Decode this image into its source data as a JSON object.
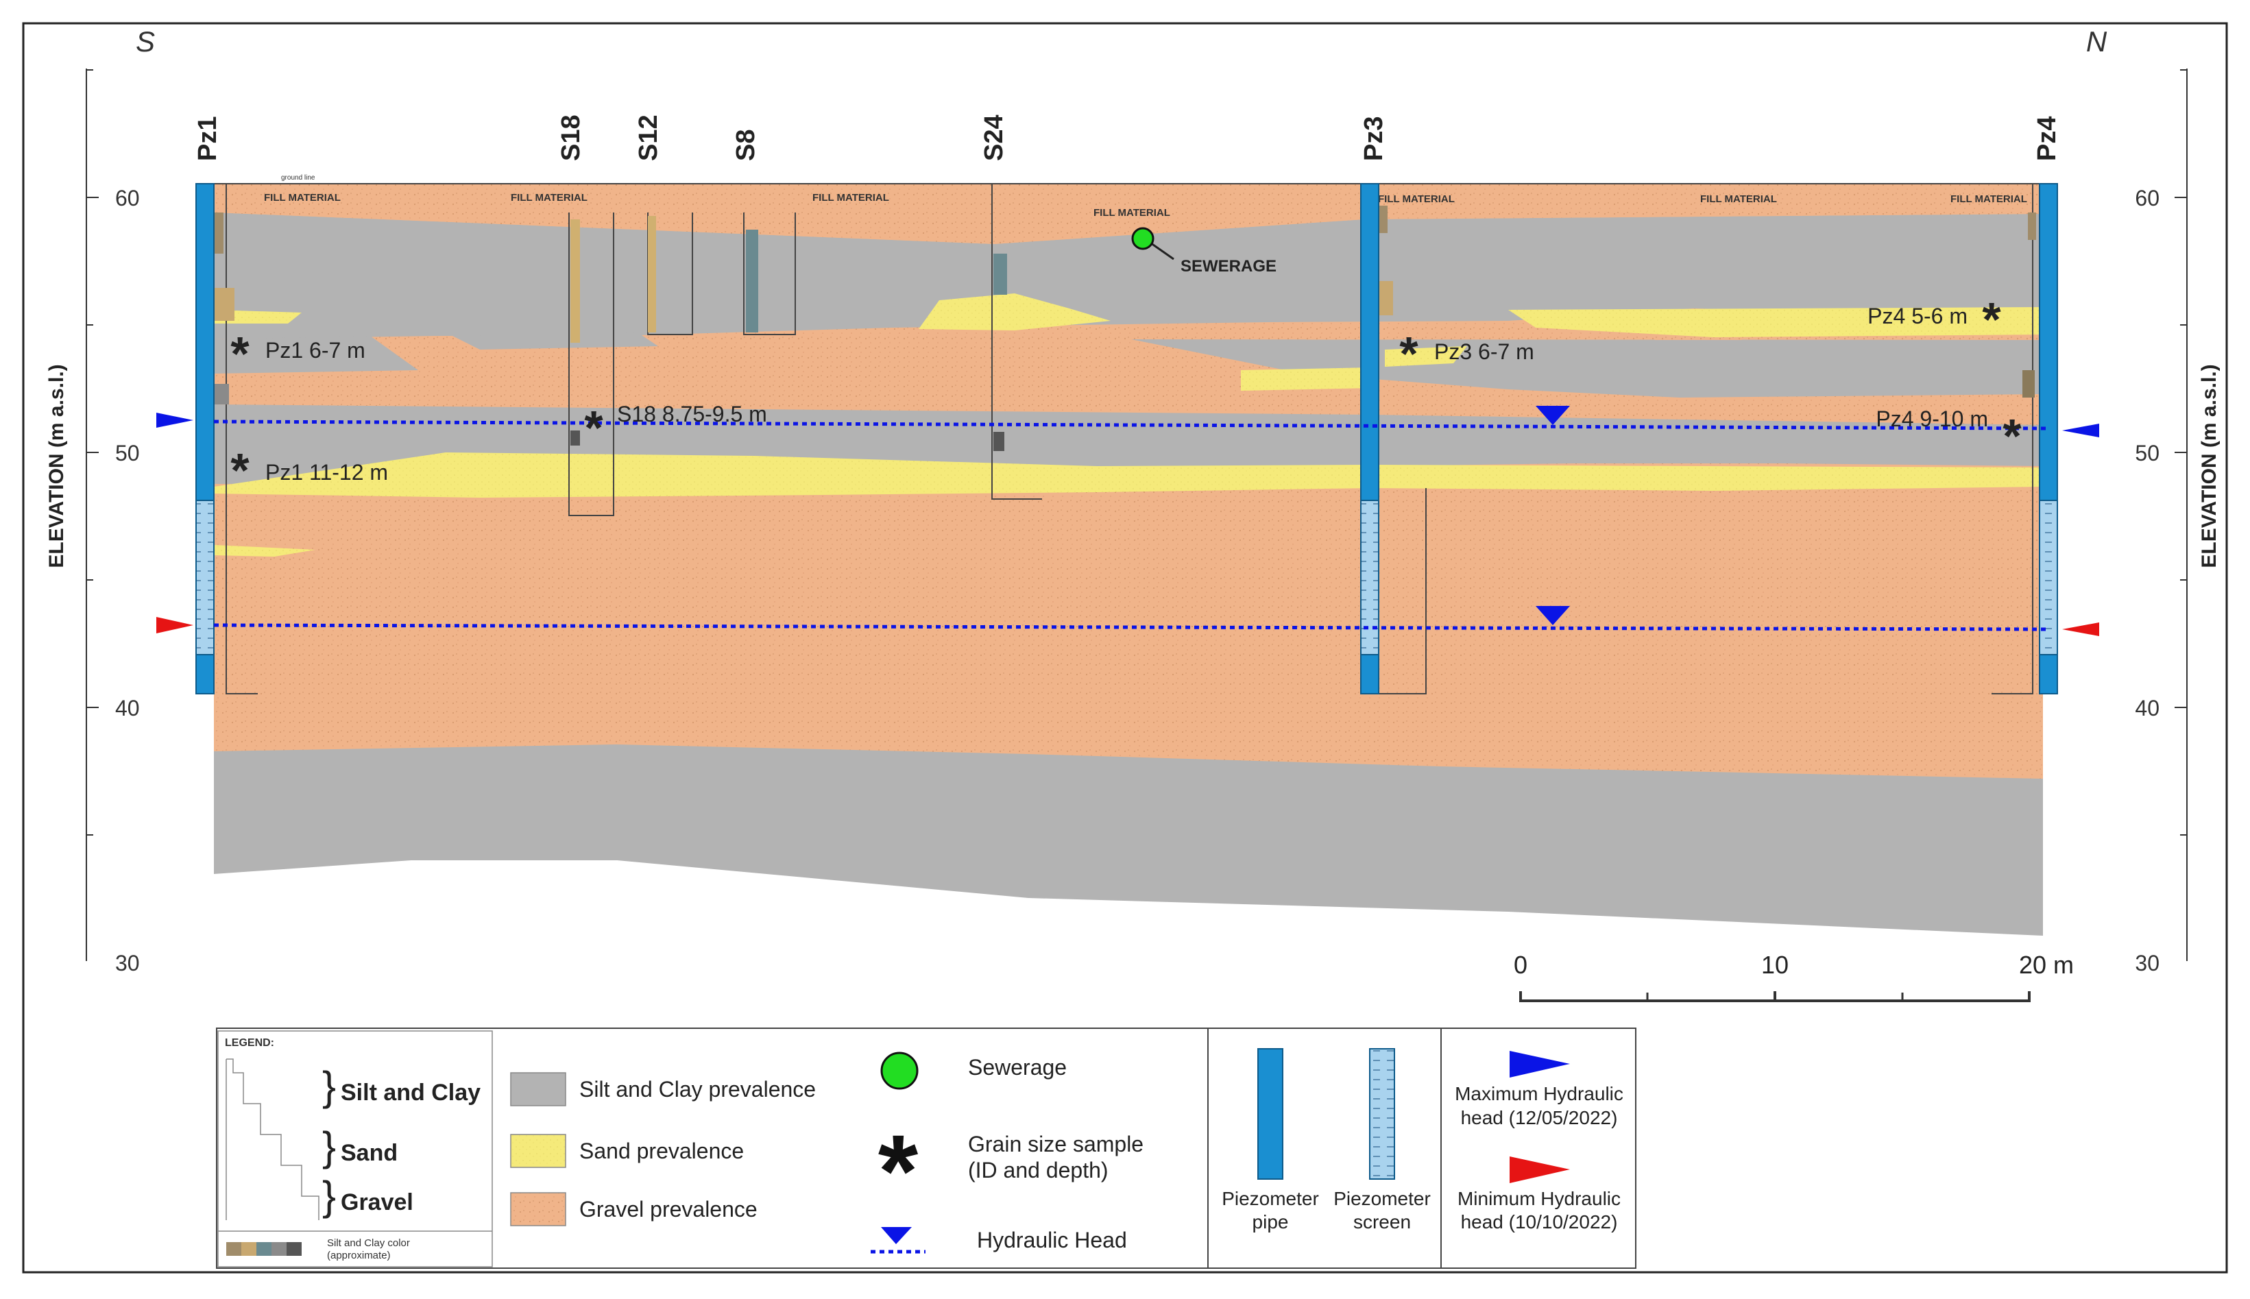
{
  "orientation": {
    "left": "S",
    "right": "N"
  },
  "axis": {
    "label": "ELEVATION (m a.s.l.)",
    "ticks": [
      "60",
      "50",
      "40",
      "30"
    ]
  },
  "wells": [
    {
      "id": "Pz1"
    },
    {
      "id": "S18"
    },
    {
      "id": "S12"
    },
    {
      "id": "S8"
    },
    {
      "id": "S24"
    },
    {
      "id": "Pz3"
    },
    {
      "id": "Pz4"
    }
  ],
  "units": {
    "fill_material": "FILL MATERIAL",
    "ground_line": "ground line",
    "sewerage_label": "SEWERAGE"
  },
  "samples": [
    {
      "label": "Pz1 6-7 m"
    },
    {
      "label": "Pz1 11-12 m"
    },
    {
      "label": "S18 8.75-9.5 m"
    },
    {
      "label": "Pz3 6-7 m"
    },
    {
      "label": "Pz4 5-6 m"
    },
    {
      "label": "Pz4 9-10 m"
    }
  ],
  "scale_bar": {
    "labels": [
      "0",
      "10",
      "20 m"
    ]
  },
  "legend": {
    "title": "LEGEND:",
    "log_classes": [
      "Silt and Clay",
      "Sand",
      "Gravel"
    ],
    "silt_color_caption": [
      "Silt and Clay color",
      "(approximate)"
    ],
    "facies": [
      {
        "label": "Silt and Clay prevalence",
        "color": "#b3b3b3"
      },
      {
        "label": "Sand prevalence",
        "color": "#f5ea7a"
      },
      {
        "label": "Gravel prevalence",
        "color": "#f0b48a"
      }
    ],
    "sewerage": "Sewerage",
    "grain_sample": [
      "Grain size sample",
      "(ID and depth)"
    ],
    "hydraulic_head": "Hydraulic Head",
    "piezometer_pipe": [
      "Piezometer",
      "pipe"
    ],
    "piezometer_screen": [
      "Piezometer",
      "screen"
    ],
    "max_head": [
      "Maximum Hydraulic",
      "head (12/05/2022)"
    ],
    "min_head": [
      "Minimum Hydraulic",
      "head (10/10/2022)"
    ]
  },
  "colors": {
    "silt": "#b3b3b3",
    "sand": "#f5ea7a",
    "gravel": "#f0b48a",
    "pipe": "#1a8fd1",
    "screen": "#a9d3ee",
    "max_head": "#0a14e6",
    "min_head": "#e61414",
    "sewer": "#22dd22"
  }
}
